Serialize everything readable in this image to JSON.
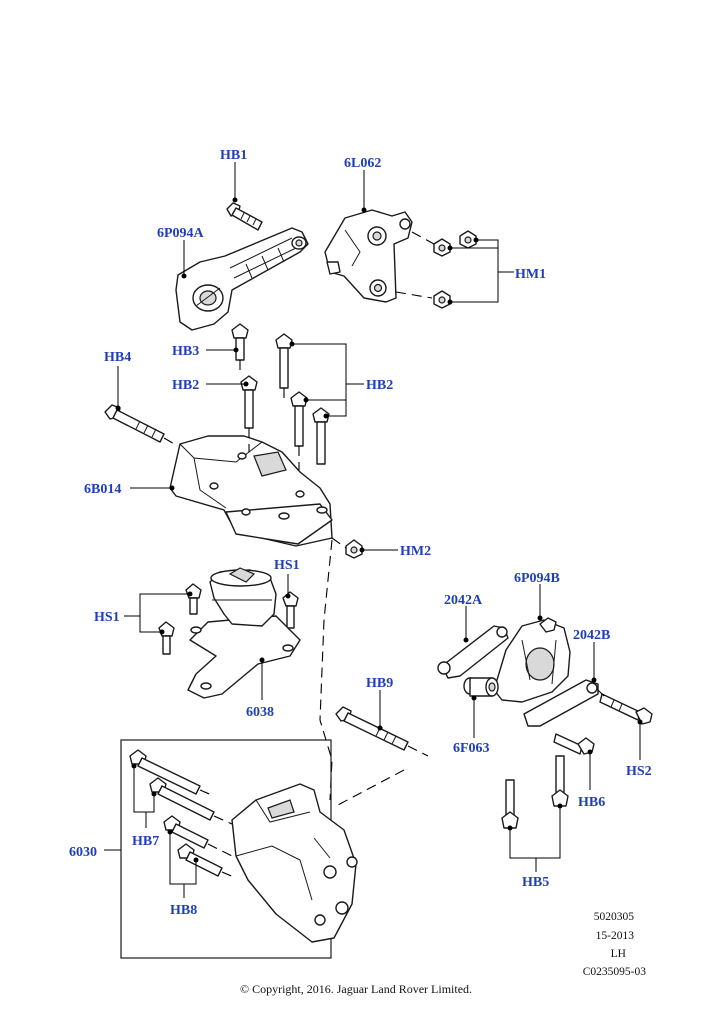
{
  "labels": {
    "hb1": "HB1",
    "l6l062": "6L062",
    "p6p094a": "6P094A",
    "hm1": "HM1",
    "hb3": "HB3",
    "hb2a": "HB2",
    "hb2b": "HB2",
    "hb4": "HB4",
    "b6b014": "6B014",
    "hm2": "HM2",
    "hs1a": "HS1",
    "hs1b": "HS1",
    "p6038": "6038",
    "hb9": "HB9",
    "p2042a": "2042A",
    "p6p094b": "6P094B",
    "p2042b": "2042B",
    "f6f063": "6F063",
    "hs2": "HS2",
    "hb6": "HB6",
    "p6030": "6030",
    "hb7": "HB7",
    "hb8": "HB8",
    "hb5": "HB5"
  },
  "meta": {
    "line1": "5020305",
    "line2": "15-2013",
    "line3": "LH",
    "line4": "C0235095-03"
  },
  "copyright": "© Copyright, 2016. Jaguar Land Rover Limited.",
  "colors": {
    "label": "#1f3fb8",
    "line": "#000000"
  }
}
